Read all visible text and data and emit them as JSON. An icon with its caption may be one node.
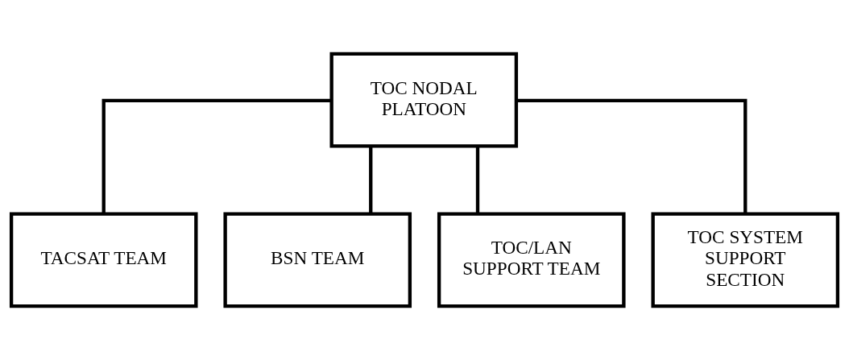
{
  "diagram": {
    "nodes": [
      {
        "text": [
          "TOC NODAL PLATOON"
        ]
      },
      {
        "text": [
          "TACSAT TEAM"
        ]
      },
      {
        "text": [
          "BSN TEAM"
        ]
      },
      {
        "text": [
          "TOC/LAN SUPPORT TEAM"
        ]
      },
      {
        "text": [
          "TOC SYSTEM SUPPORT SECTION"
        ]
      }
    ],
    "edges": [
      {
        "from": 0,
        "to": 1,
        "arrow": "none"
      },
      {
        "from": 0,
        "to": 2,
        "arrow": "none"
      },
      {
        "from": 0,
        "to": 3,
        "arrow": "none"
      },
      {
        "from": 0,
        "to": 4,
        "arrow": "none"
      }
    ]
  }
}
